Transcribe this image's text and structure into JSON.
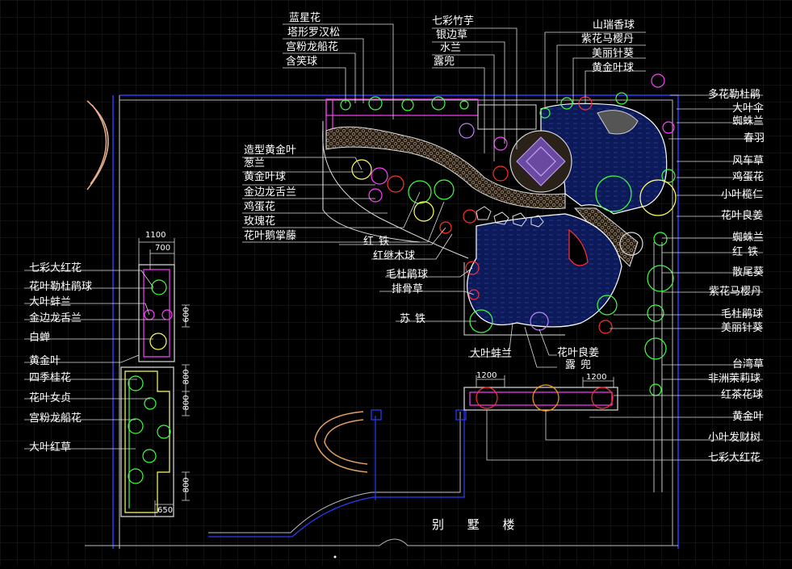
{
  "plan": {
    "building_label": "别 墅 楼"
  },
  "dimensions": {
    "left_w1": "1100",
    "left_w2": "700",
    "left_h1": "600",
    "left_h2": "800",
    "left_h3": "800",
    "left_h4": "800",
    "left_bottom": "650",
    "bed_w1": "1200",
    "bed_w2": "1200"
  },
  "labels": {
    "top": [
      "蓝星花",
      "塔形罗汉松",
      "宫粉龙船花",
      "含笑球",
      "七彩竹芋",
      "银边草",
      "水兰",
      "露兜",
      "山瑞香球",
      "紫花马樱丹",
      "美丽针葵",
      "黄金叶球"
    ],
    "mid": [
      "造型黄金叶",
      "葱兰",
      "黄金叶球",
      "金边龙舌兰",
      "鸡蛋花",
      "玫瑰花",
      "花叶鹅掌藤",
      "红铁",
      "红继木球",
      "毛杜鹃球",
      "排骨草",
      "苏铁",
      "大叶蚌兰",
      "花叶良姜",
      "露兜"
    ],
    "right": [
      "多花勒杜鹃",
      "大叶伞",
      "蜘蛛兰",
      "春羽",
      "风车草",
      "鸡蛋花",
      "小叶榄仁",
      "花叶良姜",
      "蜘蛛兰",
      "红铁",
      "散尾葵",
      "紫花马樱丹",
      "毛杜鹃球",
      "美丽针葵",
      "台湾草",
      "非洲茉莉球",
      "红茶花球",
      "黄金叶",
      "小叶发财树",
      "七彩大红花"
    ],
    "left": [
      "七彩大红花",
      "花叶勒杜鹃球",
      "大叶蚌兰",
      "金边龙舌兰",
      "白蝉",
      "黄金叶",
      "四季桂花",
      "花叶女贞",
      "宫粉龙船花",
      "大叶红草"
    ]
  }
}
